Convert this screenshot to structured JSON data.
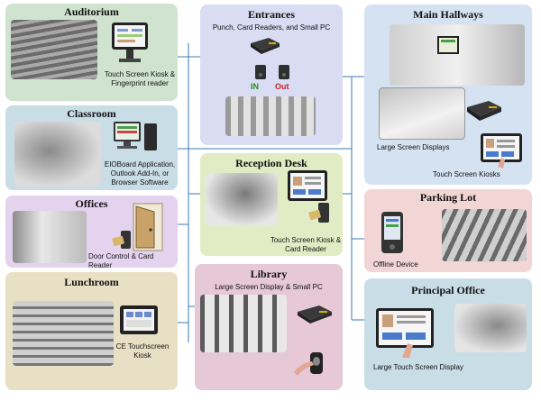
{
  "panels": {
    "auditorium": {
      "title": "Auditorium",
      "caption": "Touch Screen Kiosk & Fingerprint reader",
      "color": "#cfe3cf"
    },
    "classroom": {
      "title": "Classroom",
      "caption": "EIOBoard Application, Outlook Add-In, or Browser Software",
      "color": "#c9dde6"
    },
    "offices": {
      "title": "Offices",
      "caption": "Door Control & Card Reader",
      "color": "#e4d3ee"
    },
    "lunchroom": {
      "title": "Lunchroom",
      "caption": "CE Touchscreen Kiosk",
      "color": "#e8e0c4"
    },
    "entrances": {
      "title": "Entrances",
      "subtitle": "Punch, Card Readers, and Small PC",
      "in_label": "IN",
      "out_label": "Out",
      "color": "#d9dcf2"
    },
    "reception": {
      "title": "Reception Desk",
      "caption": "Touch Screen Kiosk & Card Reader",
      "color": "#e1ecc4"
    },
    "library": {
      "title": "Library",
      "subtitle": "Large Screen Display & Small PC",
      "color": "#e6c8d6"
    },
    "hallways": {
      "title": "Main Hallways",
      "caption_large": "Large Screen Displays",
      "caption_kiosk": "Touch Screen Kiosks",
      "color": "#d5e2f2"
    },
    "parking": {
      "title": "Parking Lot",
      "caption": "Offline Device",
      "color": "#f2d6d6"
    },
    "principal": {
      "title": "Principal Office",
      "caption": "Large Touch Screen Display",
      "color": "#c9dde6"
    }
  },
  "colors": {
    "in": "#2a8a2a",
    "out": "#cc2222",
    "connector": "#3a7ab8"
  }
}
